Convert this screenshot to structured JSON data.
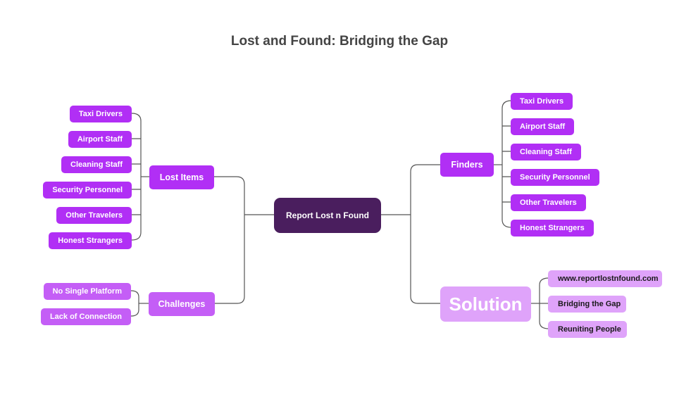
{
  "title": "Lost and Found: Bridging the Gap",
  "root": {
    "label": "Report Lost n Found"
  },
  "lost_items": {
    "label": "Lost Items",
    "children": [
      "Taxi Drivers",
      "Airport Staff",
      "Cleaning Staff",
      "Security Personnel",
      "Other Travelers",
      "Honest Strangers"
    ]
  },
  "challenges": {
    "label": "Challenges",
    "children": [
      "No Single Platform",
      "Lack of Connection"
    ]
  },
  "finders": {
    "label": "Finders",
    "children": [
      "Taxi Drivers",
      "Airport Staff",
      "Cleaning Staff",
      "Security Personnel",
      "Other Travelers",
      "Honest Strangers"
    ]
  },
  "solution": {
    "label": "Solution",
    "children": [
      "www.reportlostnfound.com",
      "Bridging the Gap",
      "Reuniting People"
    ]
  },
  "colors": {
    "root": "#4a1e5e",
    "branch": "#b12ff5",
    "challenges": "#c45ef6",
    "solution": "#dfa3fa",
    "connector": "#555555"
  }
}
